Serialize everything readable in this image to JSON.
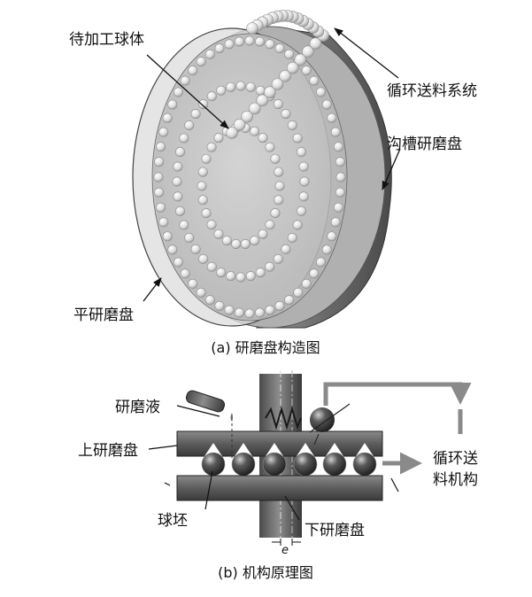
{
  "figure_a": {
    "caption": "(a) 研磨盘构造图",
    "labels": {
      "workpiece_balls": "待加工球体",
      "feed_system": "循环送料系统",
      "groove_disc": "沟槽研磨盘",
      "flat_disc": "平研磨盘"
    }
  },
  "figure_b": {
    "caption": "(b) 机构原理图",
    "labels": {
      "lapping_fluid": "研磨液",
      "upper_disc": "上研磨盘",
      "ball_blank": "球坯",
      "lower_disc": "下研磨盘",
      "feed_mechanism_line1": "循环送",
      "feed_mechanism_line2": "料机构",
      "eccentricity": "e"
    }
  },
  "colors": {
    "ink": "#111111",
    "disc_face": "#c9c9c9",
    "disc_rim": "#6f6f6f",
    "ball": "#e6e6e6",
    "ball_dark": "#2f2f2f",
    "arrow_gray": "#8a8a8a"
  }
}
